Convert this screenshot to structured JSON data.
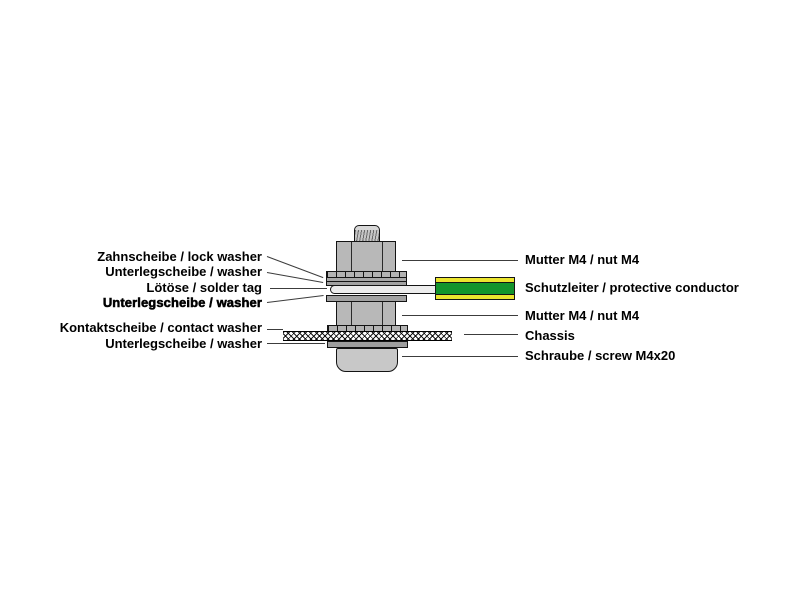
{
  "labels": {
    "left": [
      {
        "text": "Zahnscheibe / lock washer"
      },
      {
        "text": "Unterlegscheibe / washer"
      },
      {
        "text": "Lötöse / solder tag"
      },
      {
        "text": "Unterlegscheibe / washer"
      },
      {
        "text": "Kontaktscheibe / contact washer"
      },
      {
        "text": "Unterlegscheibe / washer"
      }
    ],
    "right": [
      {
        "text": "Mutter M4 / nut M4"
      },
      {
        "text": "Schutzleiter / protective conductor"
      },
      {
        "text": "Mutter M4 / nut M4"
      },
      {
        "text": "Chassis"
      },
      {
        "text": "Schraube / screw M4x20"
      }
    ]
  },
  "colors": {
    "conductor_green": "#13942c",
    "conductor_yellow": "#ebe52e",
    "metal_nut": "#b8b8b8",
    "metal_washer": "#a2a2a2",
    "solder_tag": "#ededed",
    "screw_head": "#c8c8c8"
  }
}
